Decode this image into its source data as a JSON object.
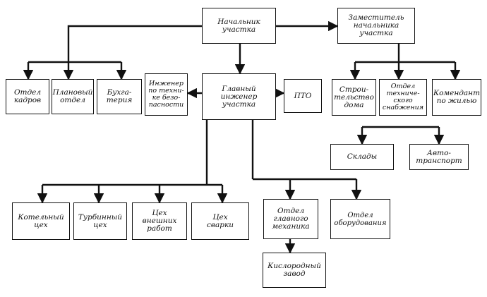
{
  "nodes": {
    "head": "Начальник\nучастка",
    "deputy": "Заместитель\nначальника\nучастка",
    "personnel": "Отдел\nкадров",
    "planning": "Плановый\nотдел",
    "accounting": "Бухга-\nтерия",
    "safety": "Инженер\nпо техни-\nке безо-\nпасности",
    "chief_engineer": "Главный\nинженер\nучастка",
    "pto": "ПТО",
    "construction": "Строи-\nтельство\nдома",
    "supply": "Отдел\nтехниче-\nского\nснабжения",
    "commandant": "Комендант\nпо жилью",
    "warehouses": "Склады",
    "transport": "Авто-\nтранспорт",
    "boiler_shop": "Котельный\nцех",
    "turbine_shop": "Турбинный\nцех",
    "external_works": "Цех\nвнешних\nработ",
    "welding_shop": "Цех\nсварки",
    "chief_mechanic": "Отдел\nглавного\nмеханика",
    "equipment": "Отдел\nоборудования",
    "oxygen_plant": "Кислородный\nзавод"
  }
}
